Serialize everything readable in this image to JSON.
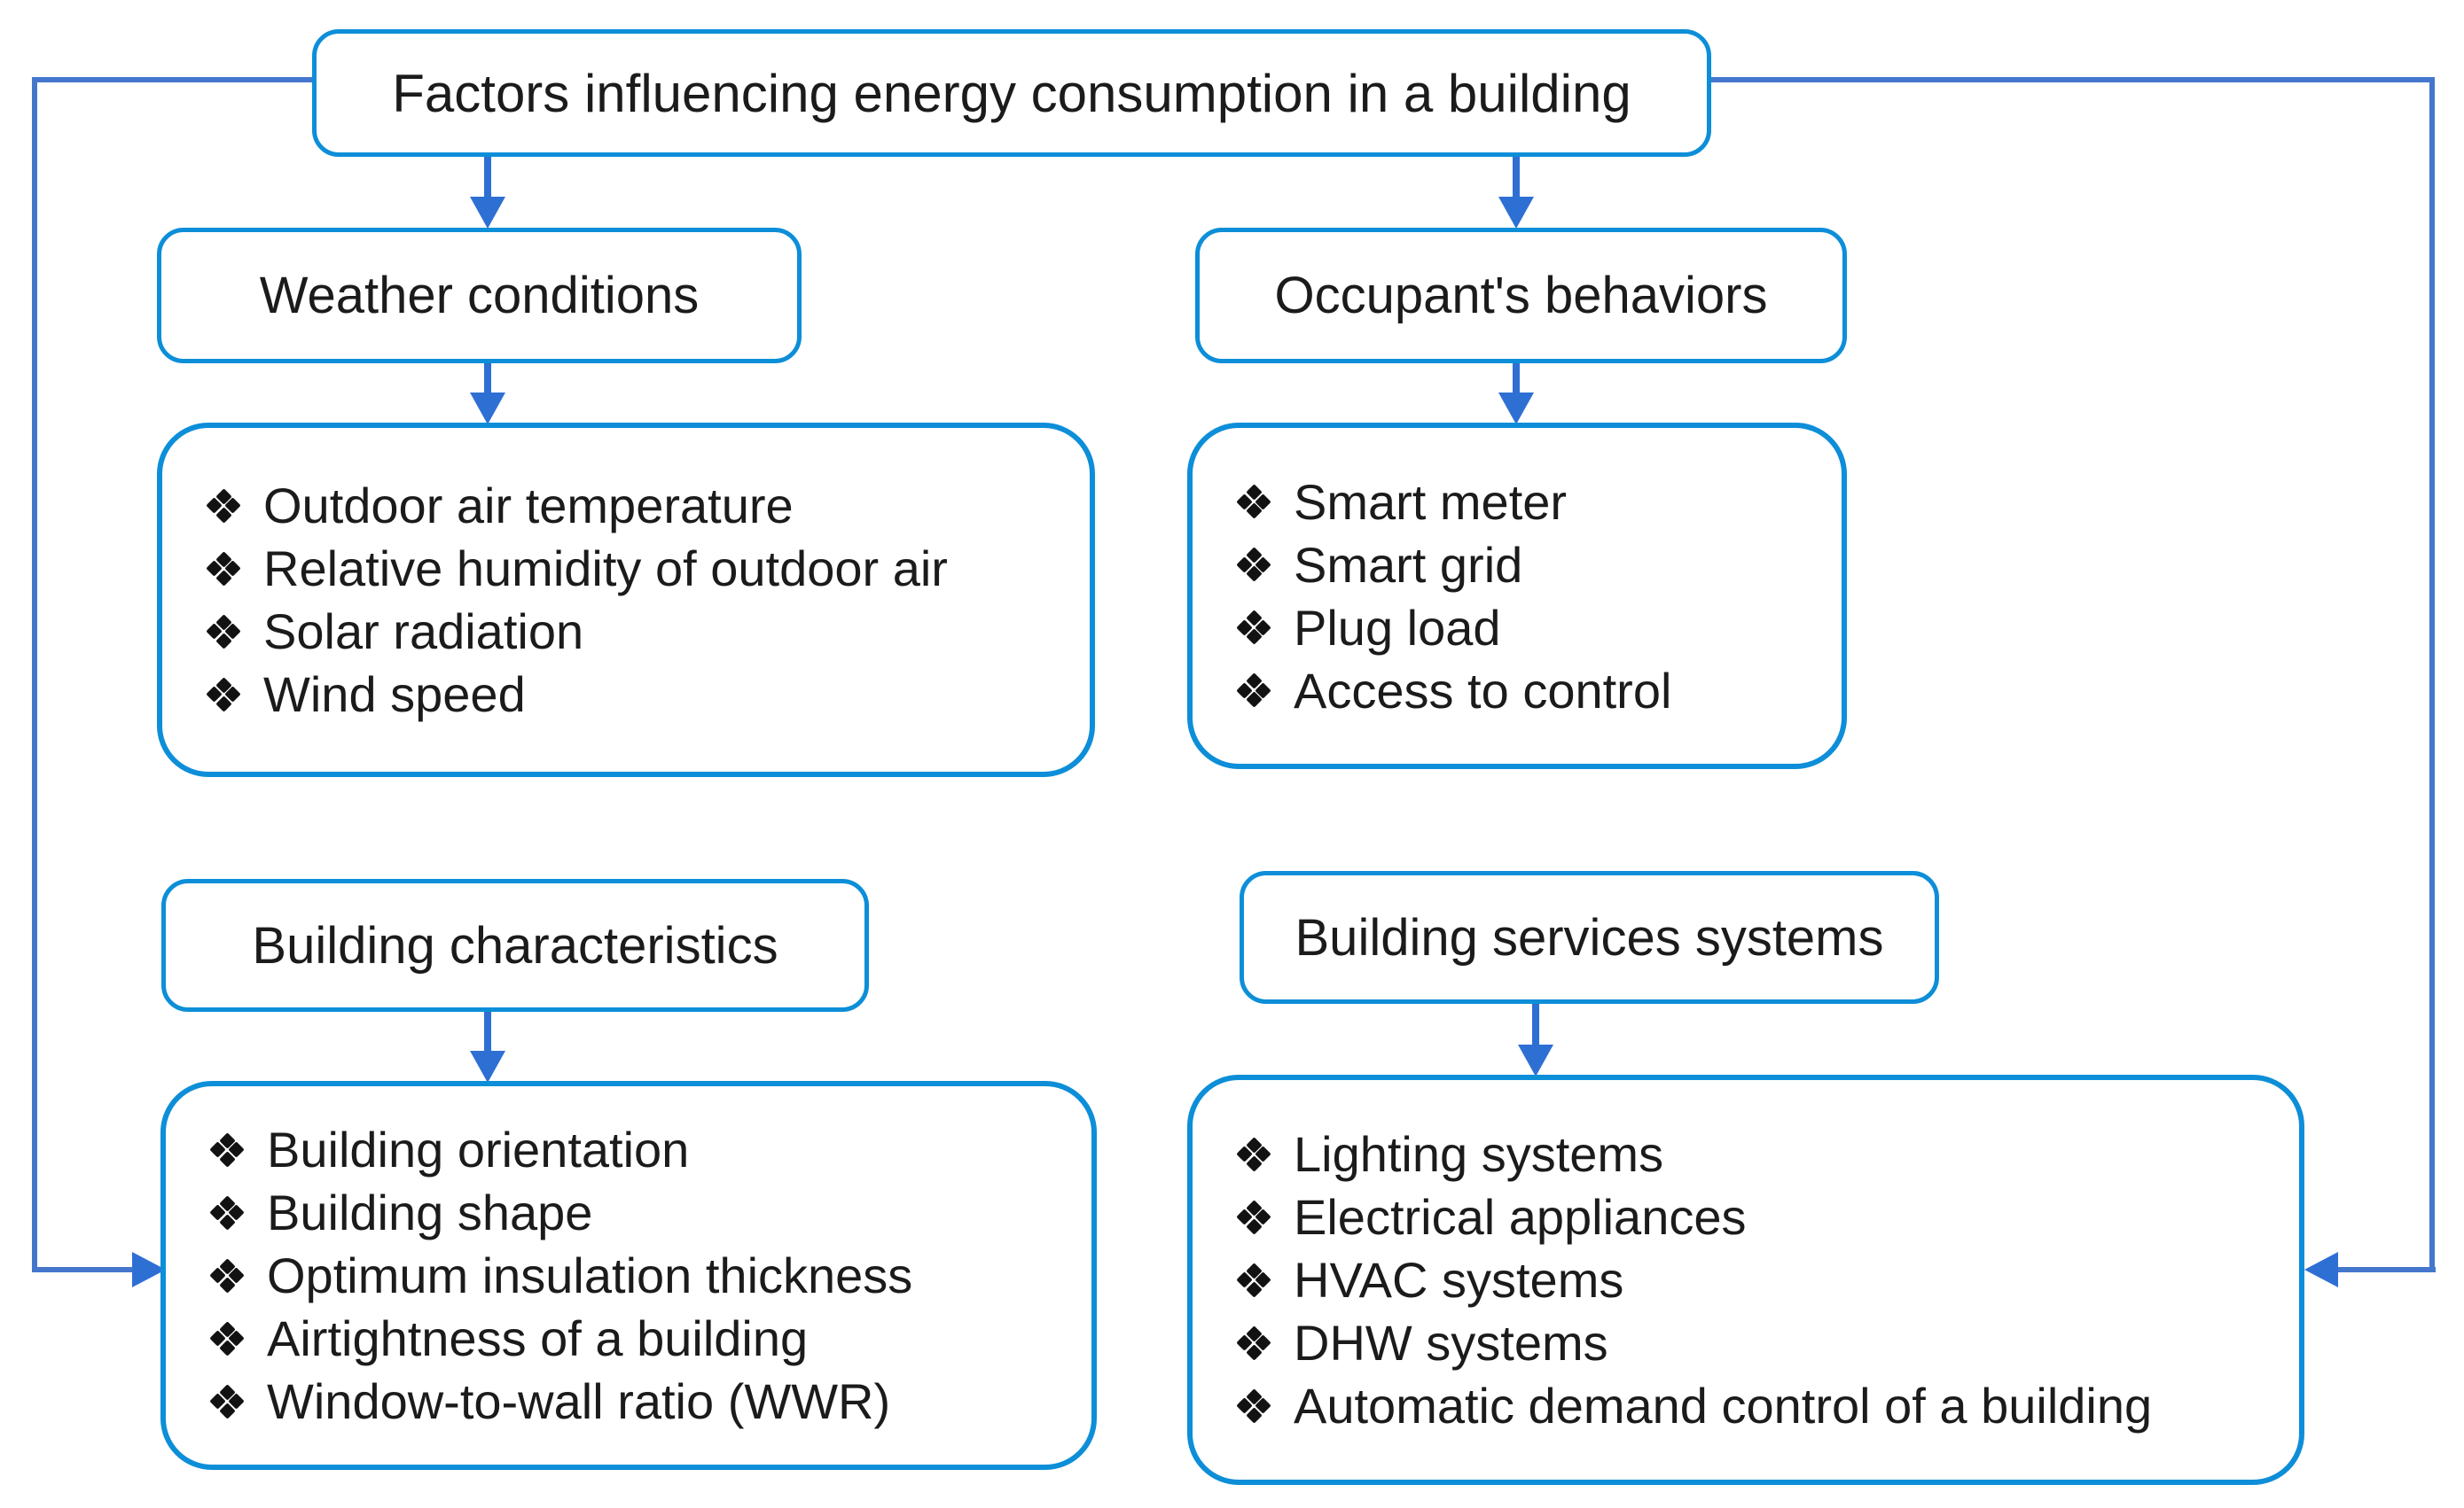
{
  "diagram": {
    "title": "Factors influencing energy consumption in a building",
    "colors": {
      "box_border": "#0d8ed8",
      "connector": "#4476cc",
      "arrow": "#2e6fd4",
      "text": "#1b1b1b",
      "background": "#ffffff"
    },
    "bullet_icon": "four-diamond-bullet",
    "branches": [
      {
        "label": "Weather conditions",
        "items": [
          "Outdoor air temperature",
          "Relative humidity of outdoor air",
          "Solar radiation",
          "Wind speed"
        ]
      },
      {
        "label": "Occupant's behaviors",
        "items": [
          "Smart meter",
          "Smart grid",
          "Plug load",
          "Access to control"
        ]
      },
      {
        "label": "Building characteristics",
        "items": [
          "Building orientation",
          "Building shape",
          "Optimum insulation thickness",
          "Airtightness of a building",
          "Window-to-wall ratio (WWR)"
        ]
      },
      {
        "label": "Building services systems",
        "items": [
          "Lighting systems",
          "Electrical appliances",
          "HVAC systems",
          "DHW systems",
          "Automatic demand control of a building"
        ]
      }
    ]
  }
}
